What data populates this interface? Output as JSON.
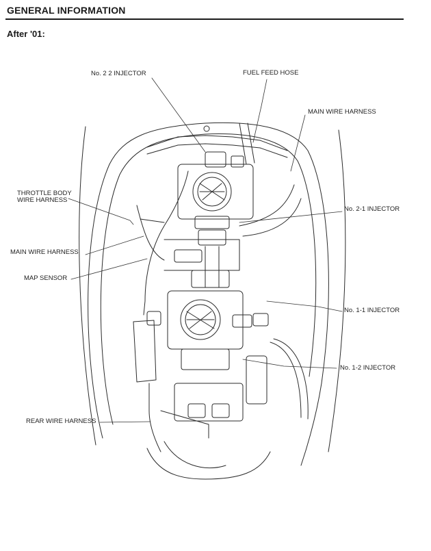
{
  "header": {
    "title": "GENERAL INFORMATION"
  },
  "section": {
    "subtitle": "After '01:"
  },
  "figure": {
    "callouts": {
      "no22_injector": "No. 2 2 INJECTOR",
      "fuel_feed_hose": "FUEL FEED HOSE",
      "main_wire_harness_right": "MAIN WIRE HARNESS",
      "throttle_body_wire_harness_line1": "THROTTLE BODY",
      "throttle_body_wire_harness_line2": "WIRE HARNESS",
      "no21_injector": "No. 2-1 INJECTOR",
      "main_wire_harness_left": "MAIN WIRE HARNESS",
      "map_sensor": "MAP SENSOR",
      "no11_injector": "No. 1-1 INJECTOR",
      "no12_injector": "No. 1-2 INJECTOR",
      "rear_wire_harness": "REAR WIRE HARNESS"
    }
  }
}
